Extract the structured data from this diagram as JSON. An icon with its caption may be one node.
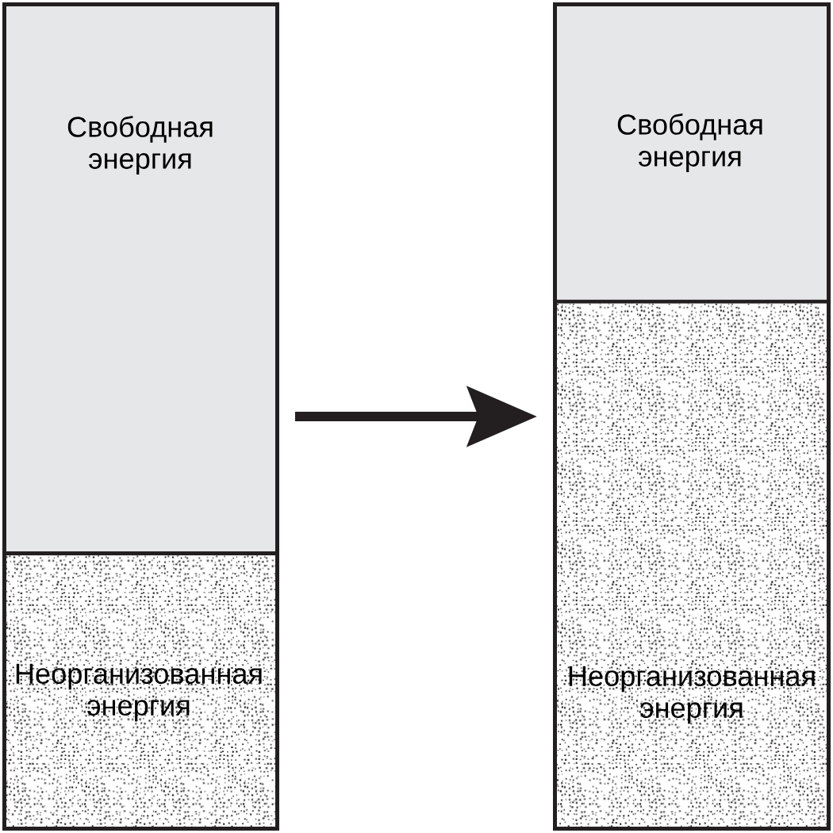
{
  "diagram": {
    "nodes": [
      {
        "text": [],
        "shape": "box"
      },
      {
        "text": [
          "Свободная энергия"
        ],
        "in": 0
      },
      {
        "text": [
          "Неорганизованная энергия"
        ],
        "in": 0
      },
      {
        "text": [],
        "shape": "box"
      },
      {
        "text": [
          "Свободная энергия"
        ],
        "in": 3
      },
      {
        "text": [
          "Неорганизованная энергия"
        ],
        "in": 3
      }
    ],
    "edges": [
      {
        "from": 0,
        "to": 3,
        "arrow": "to"
      }
    ]
  }
}
